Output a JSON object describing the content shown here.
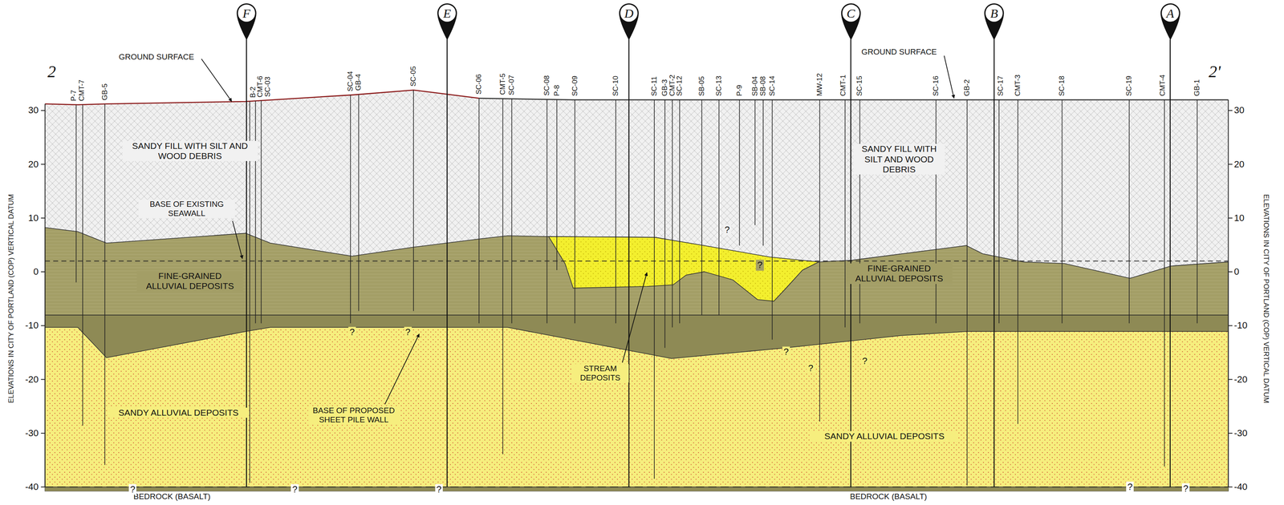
{
  "diagram": {
    "nodes": [
      {
        "text": [
          "F"
        ]
      },
      {
        "text": [
          "E"
        ]
      },
      {
        "text": [
          "D"
        ]
      },
      {
        "text": [
          "C"
        ]
      },
      {
        "text": [
          "B"
        ]
      },
      {
        "text": [
          "A"
        ]
      }
    ],
    "labels": [
      "2",
      "2'",
      "P-7",
      "CMT-7",
      "GB-5",
      "B-2",
      "CMT-6",
      "SC-03",
      "SC-04",
      "GB-4",
      "SC-05",
      "SC-06",
      "CMT-5",
      "SC-07",
      "SC-08",
      "P-8",
      "SC-09",
      "SC-10",
      "SC-11",
      "GB-3",
      "CMT-2",
      "SC-12",
      "SB-05",
      "SC-13",
      "P-9",
      "SB-04",
      "SB-08",
      "SC-14",
      "MW-12",
      "CMT-1",
      "SC-15",
      "SC-16",
      "GB-2",
      "SC-17",
      "CMT-3",
      "SC-18",
      "SC-19",
      "CMT-4",
      "GB-1",
      "GROUND SURFACE",
      "GROUND SURFACE",
      "SANDY FILL WITH SILT AND WOOD DEBRIS",
      "BASE OF EXISTING SEAWALL",
      "FINE-GRAINED ALLUVIAL DEPOSITS",
      "SANDY FILL WITH SILT AND WOOD DEBRIS",
      "FINE-GRAINED ALLUVIAL DEPOSITS",
      "STREAM DEPOSITS",
      "BASE OF PROPOSED SHEET PILE WALL",
      "SANDY ALLUVIAL DEPOSITS",
      "SANDY ALLUVIAL DEPOSITS",
      "BEDROCK (BASALT)",
      "BEDROCK (BASALT)",
      "ELEVATIONS IN CITY OF PORTLAND (COP) VERTICAL DATUM",
      "ELEVATIONS IN CITY OF PORTLAND (COP) VERTICAL DATUM",
      "30",
      "20",
      "10",
      "0",
      "-10",
      "-20",
      "-30",
      "-40",
      "30",
      "20",
      "10",
      "0",
      "-10",
      "-20",
      "-30",
      "-40",
      "?",
      "?",
      "?",
      "?",
      "?",
      "?",
      "?",
      "?",
      "?",
      "?",
      "?",
      "?"
    ]
  }
}
